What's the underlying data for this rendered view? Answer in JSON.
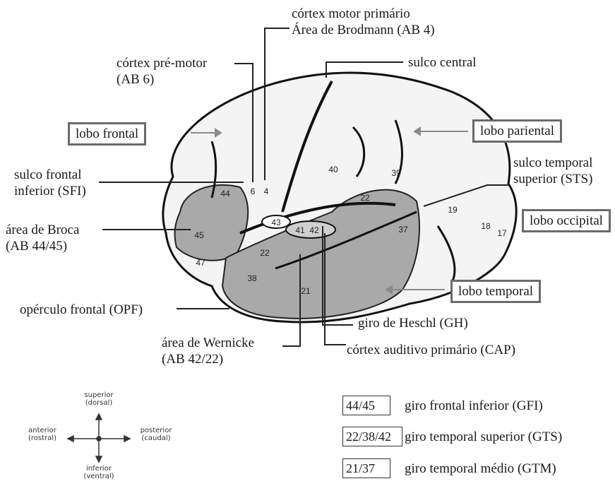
{
  "labels": {
    "motor_primary_1": "córtex motor primário",
    "motor_primary_2": "Área de Brodmann (AB 4)",
    "premotor_1": "córtex pré-motor",
    "premotor_2": "(AB 6)",
    "sulco_central": "sulco central",
    "lobo_frontal": "lobo frontal",
    "lobo_parietal": "lobo pariental",
    "sfi_1": "sulco frontal",
    "sfi_2": "inferior (SFI)",
    "sts_1": "sulco temporal",
    "sts_2": "superior (STS)",
    "lobo_occipital": "lobo occipital",
    "broca_1": "área de Broca",
    "broca_2": "(AB 44/45)",
    "lobo_temporal": "lobo temporal",
    "opf": "opérculo frontal (OPF)",
    "heschl": "giro de Heschl (GH)",
    "wernicke_1": "área de Wernicke",
    "wernicke_2": "(AB 42/22)",
    "cap": "córtex auditivo primário (CAP)"
  },
  "area_numbers": {
    "a6": "6",
    "a4": "4",
    "a40": "40",
    "a39": "39",
    "a44": "44",
    "a45": "45",
    "a47": "47",
    "a43": "43",
    "a41": "41",
    "a42": "42",
    "a22a": "22",
    "a22b": "22",
    "a38": "38",
    "a21": "21",
    "a37": "37",
    "a19": "19",
    "a18": "18",
    "a17": "17"
  },
  "compass": {
    "superior_1": "superior",
    "superior_2": "(dorsal)",
    "anterior_1": "anterior",
    "anterior_2": "(rostral)",
    "posterior_1": "posterior",
    "posterior_2": "(caudal)",
    "inferior_1": "inferior",
    "inferior_2": "(ventral)"
  },
  "legend": [
    {
      "code": "44/45",
      "text": "giro frontal inferior (GFI)"
    },
    {
      "code": "22/38/42",
      "text": "giro temporal superior (GTS)"
    },
    {
      "code": "21/37",
      "text": "giro temporal médio (GTM)"
    }
  ],
  "colors": {
    "highlight_region": "#a9a9a9",
    "box_border": "#6b6b6b",
    "lines": "#222222"
  }
}
